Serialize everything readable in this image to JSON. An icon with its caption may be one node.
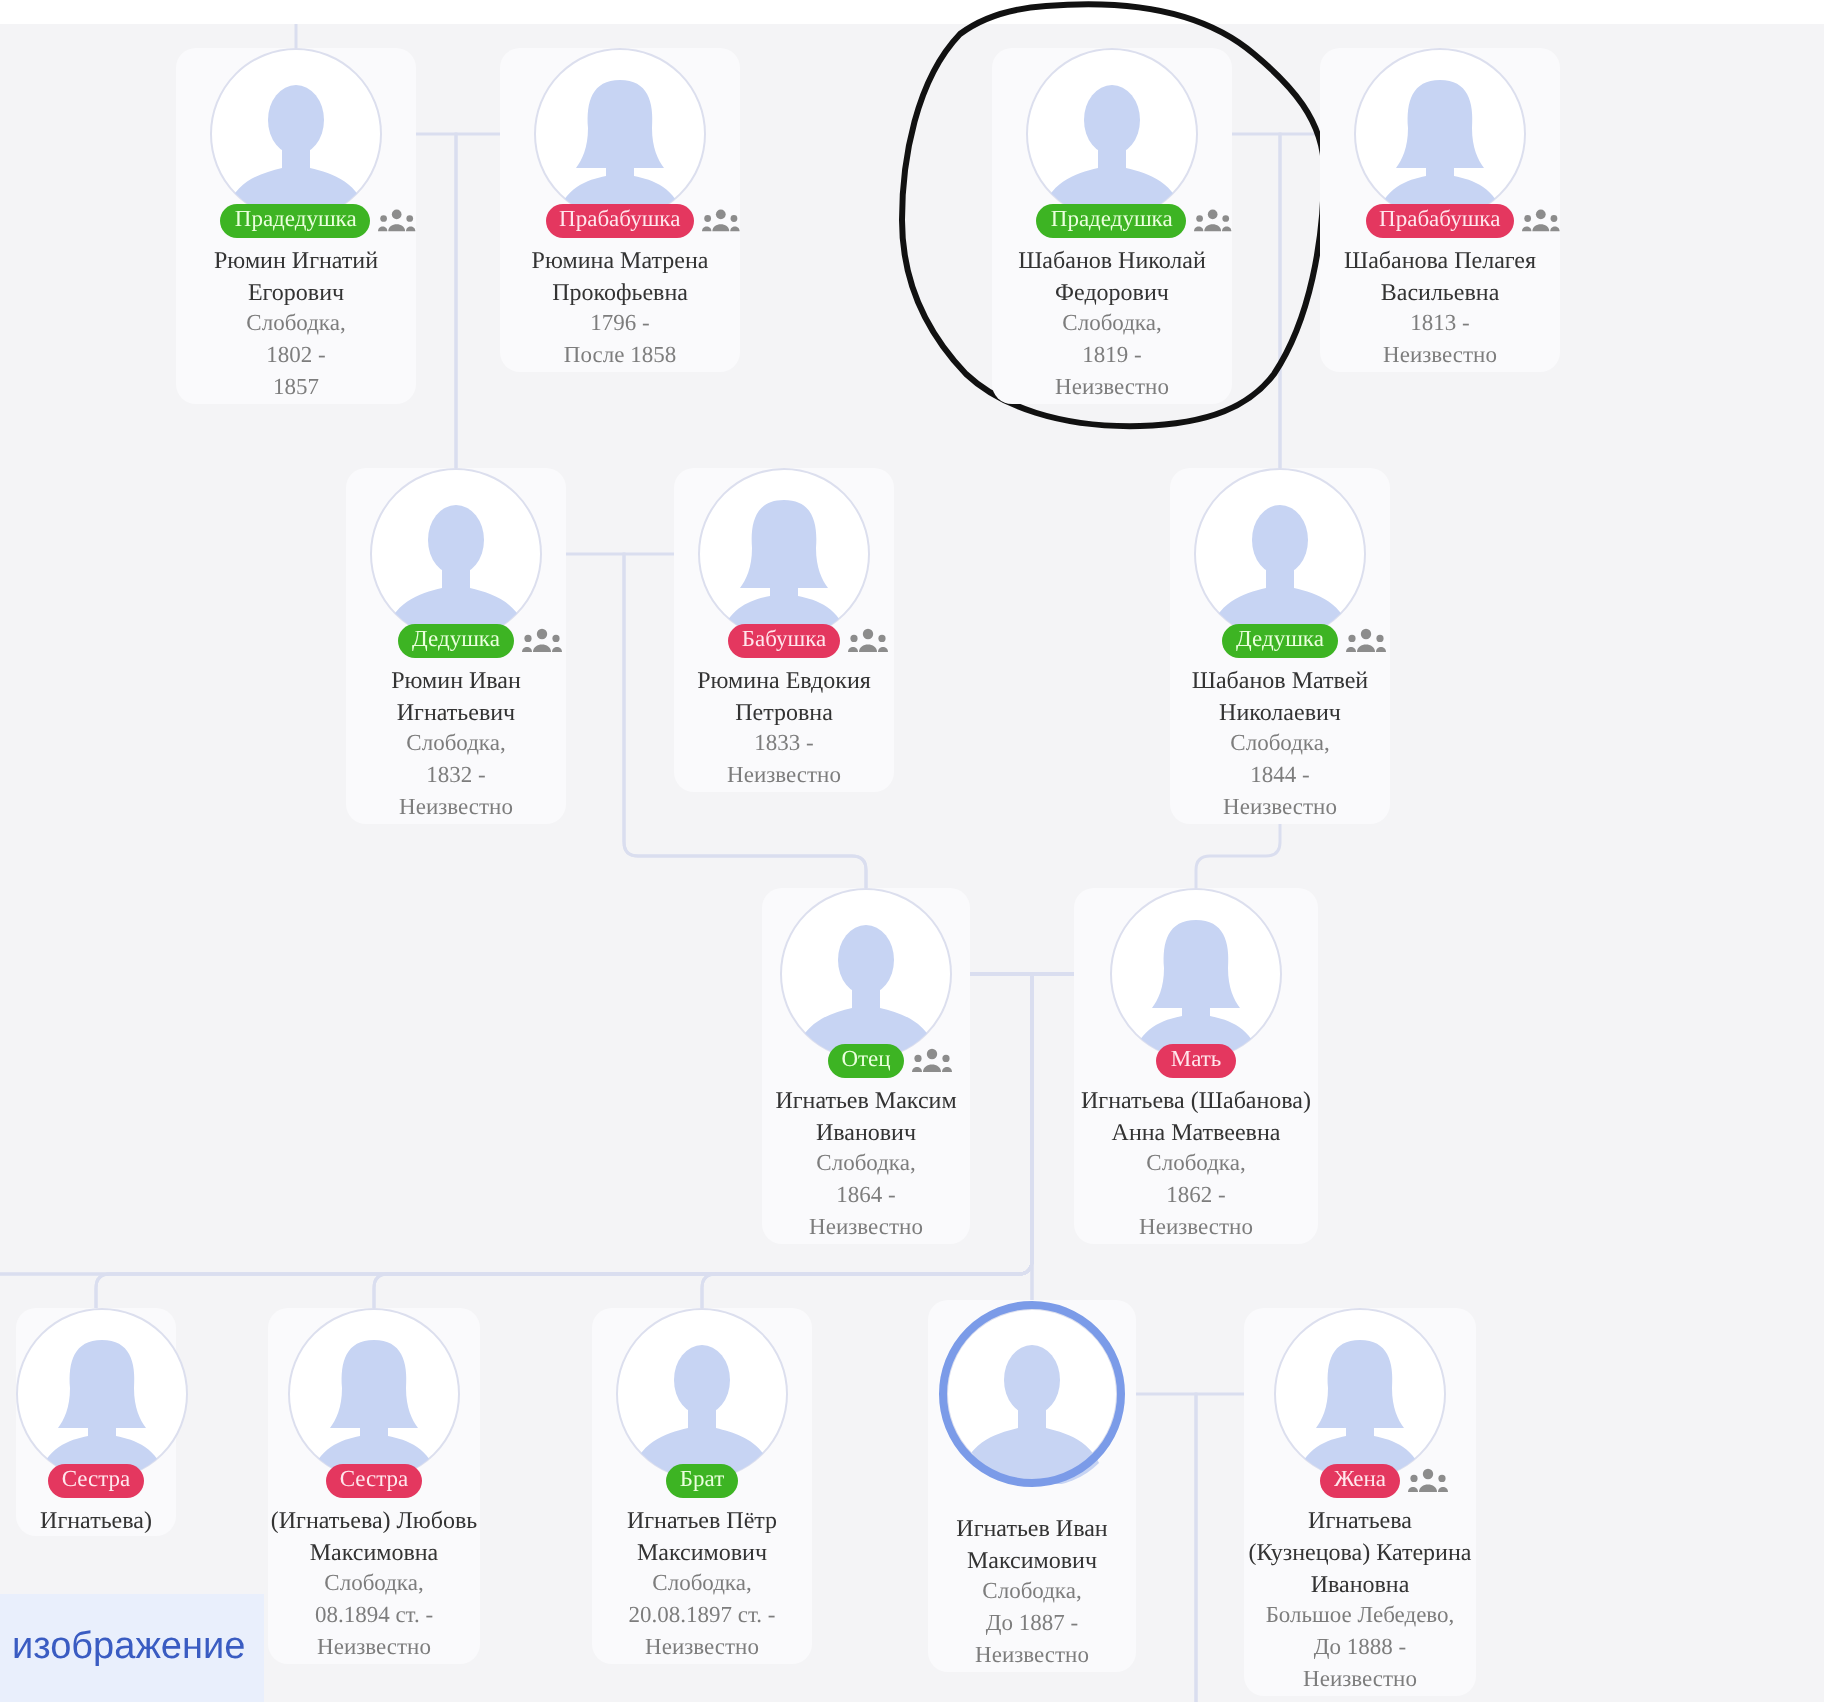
{
  "diagram": {
    "nodes": [
      {
        "text": [
          "Прадедушка",
          "Рюмин Игнатий Егорович",
          "Слободка,",
          "1802 -",
          "1857"
        ]
      },
      {
        "text": [
          "Прабабушка",
          "Рюмина Матрена Прокофьевна",
          "1796 -",
          "После 1858"
        ]
      },
      {
        "text": [],
        "shape": "circle"
      },
      {
        "text": [
          "Прадедушка",
          "Шабанов Николай Федорович",
          "Слободка,",
          "1819 -",
          "Неизвестно"
        ],
        "in": 2
      },
      {
        "text": [
          "Прабабушка",
          "Шабанова Пелагея Васильевна",
          "1813 -",
          "Неизвестно"
        ]
      },
      {
        "text": [
          "Дедушка",
          "Рюмин Иван Игнатьевич",
          "Слободка,",
          "1832 -",
          "Неизвестно"
        ]
      },
      {
        "text": [
          "Бабушка",
          "Рюмина Евдокия Петровна",
          "1833 -",
          "Неизвестно"
        ]
      },
      {
        "text": [
          "Дедушка",
          "Шабанов Матвей Николаевич",
          "Слободка,",
          "1844 -",
          "Неизвестно"
        ]
      },
      {
        "text": [
          "Отец",
          "Игнатьев Максим Иванович",
          "Слободка,",
          "1864 -",
          "Неизвестно"
        ]
      },
      {
        "text": [
          "Мать",
          "Игнатьева (Шабанова) Анна Матвеевна",
          "Слободка,",
          "1862 -",
          "Неизвестно"
        ]
      },
      {
        "text": [
          "Сестра",
          "Игнатьева)"
        ]
      },
      {
        "text": [
          "Сестра",
          "(Игнатьева) Любовь Максимовна",
          "Слободка,",
          "08.1894 ст. -",
          "Неизвестно"
        ]
      },
      {
        "text": [
          "Брат",
          "Игнатьев Пётр Максимович",
          "Слободка,",
          "20.08.1897 ст. -",
          "Неизвестно"
        ]
      },
      {
        "text": [
          "Игнатьев Иван Максимович",
          "Слободка,",
          "До 1887 -",
          "Неизвестно"
        ]
      },
      {
        "text": [
          "Жена",
          "Игнатьева (Кузнецова) Катерина Ивановна",
          "Большое Лебедево,",
          "До 1888 -",
          "Неизвестно"
        ]
      }
    ],
    "edges": [
      {
        "from": null,
        "to": 0,
        "arrow": "none"
      },
      {
        "from": 0,
        "to": 5,
        "arrow": "none"
      },
      {
        "from": 1,
        "to": 5,
        "arrow": "none"
      },
      {
        "from": 3,
        "to": 7,
        "arrow": "none"
      },
      {
        "from": 4,
        "to": 7,
        "arrow": "none"
      },
      {
        "from": 5,
        "to": 8,
        "arrow": "none"
      },
      {
        "from": 6,
        "to": 8,
        "arrow": "none"
      },
      {
        "from": 7,
        "to": 9,
        "arrow": "none"
      },
      {
        "from": 8,
        "to": 10,
        "arrow": "none"
      },
      {
        "from": 9,
        "to": 10,
        "arrow": "none"
      },
      {
        "from": 8,
        "to": 11,
        "arrow": "none"
      },
      {
        "from": 9,
        "to": 11,
        "arrow": "none"
      },
      {
        "from": 8,
        "to": 12,
        "arrow": "none"
      },
      {
        "from": 9,
        "to": 12,
        "arrow": "none"
      },
      {
        "from": 8,
        "to": 13,
        "arrow": "none"
      },
      {
        "from": 9,
        "to": 13,
        "arrow": "none"
      },
      {
        "from": 8,
        "to": null,
        "arrow": "none"
      },
      {
        "from": 9,
        "to": null,
        "arrow": "none"
      },
      {
        "from": 13,
        "to": null,
        "arrow": "none"
      },
      {
        "from": 14,
        "to": null,
        "arrow": "none"
      }
    ],
    "labels": [
      "изображение"
    ]
  }
}
